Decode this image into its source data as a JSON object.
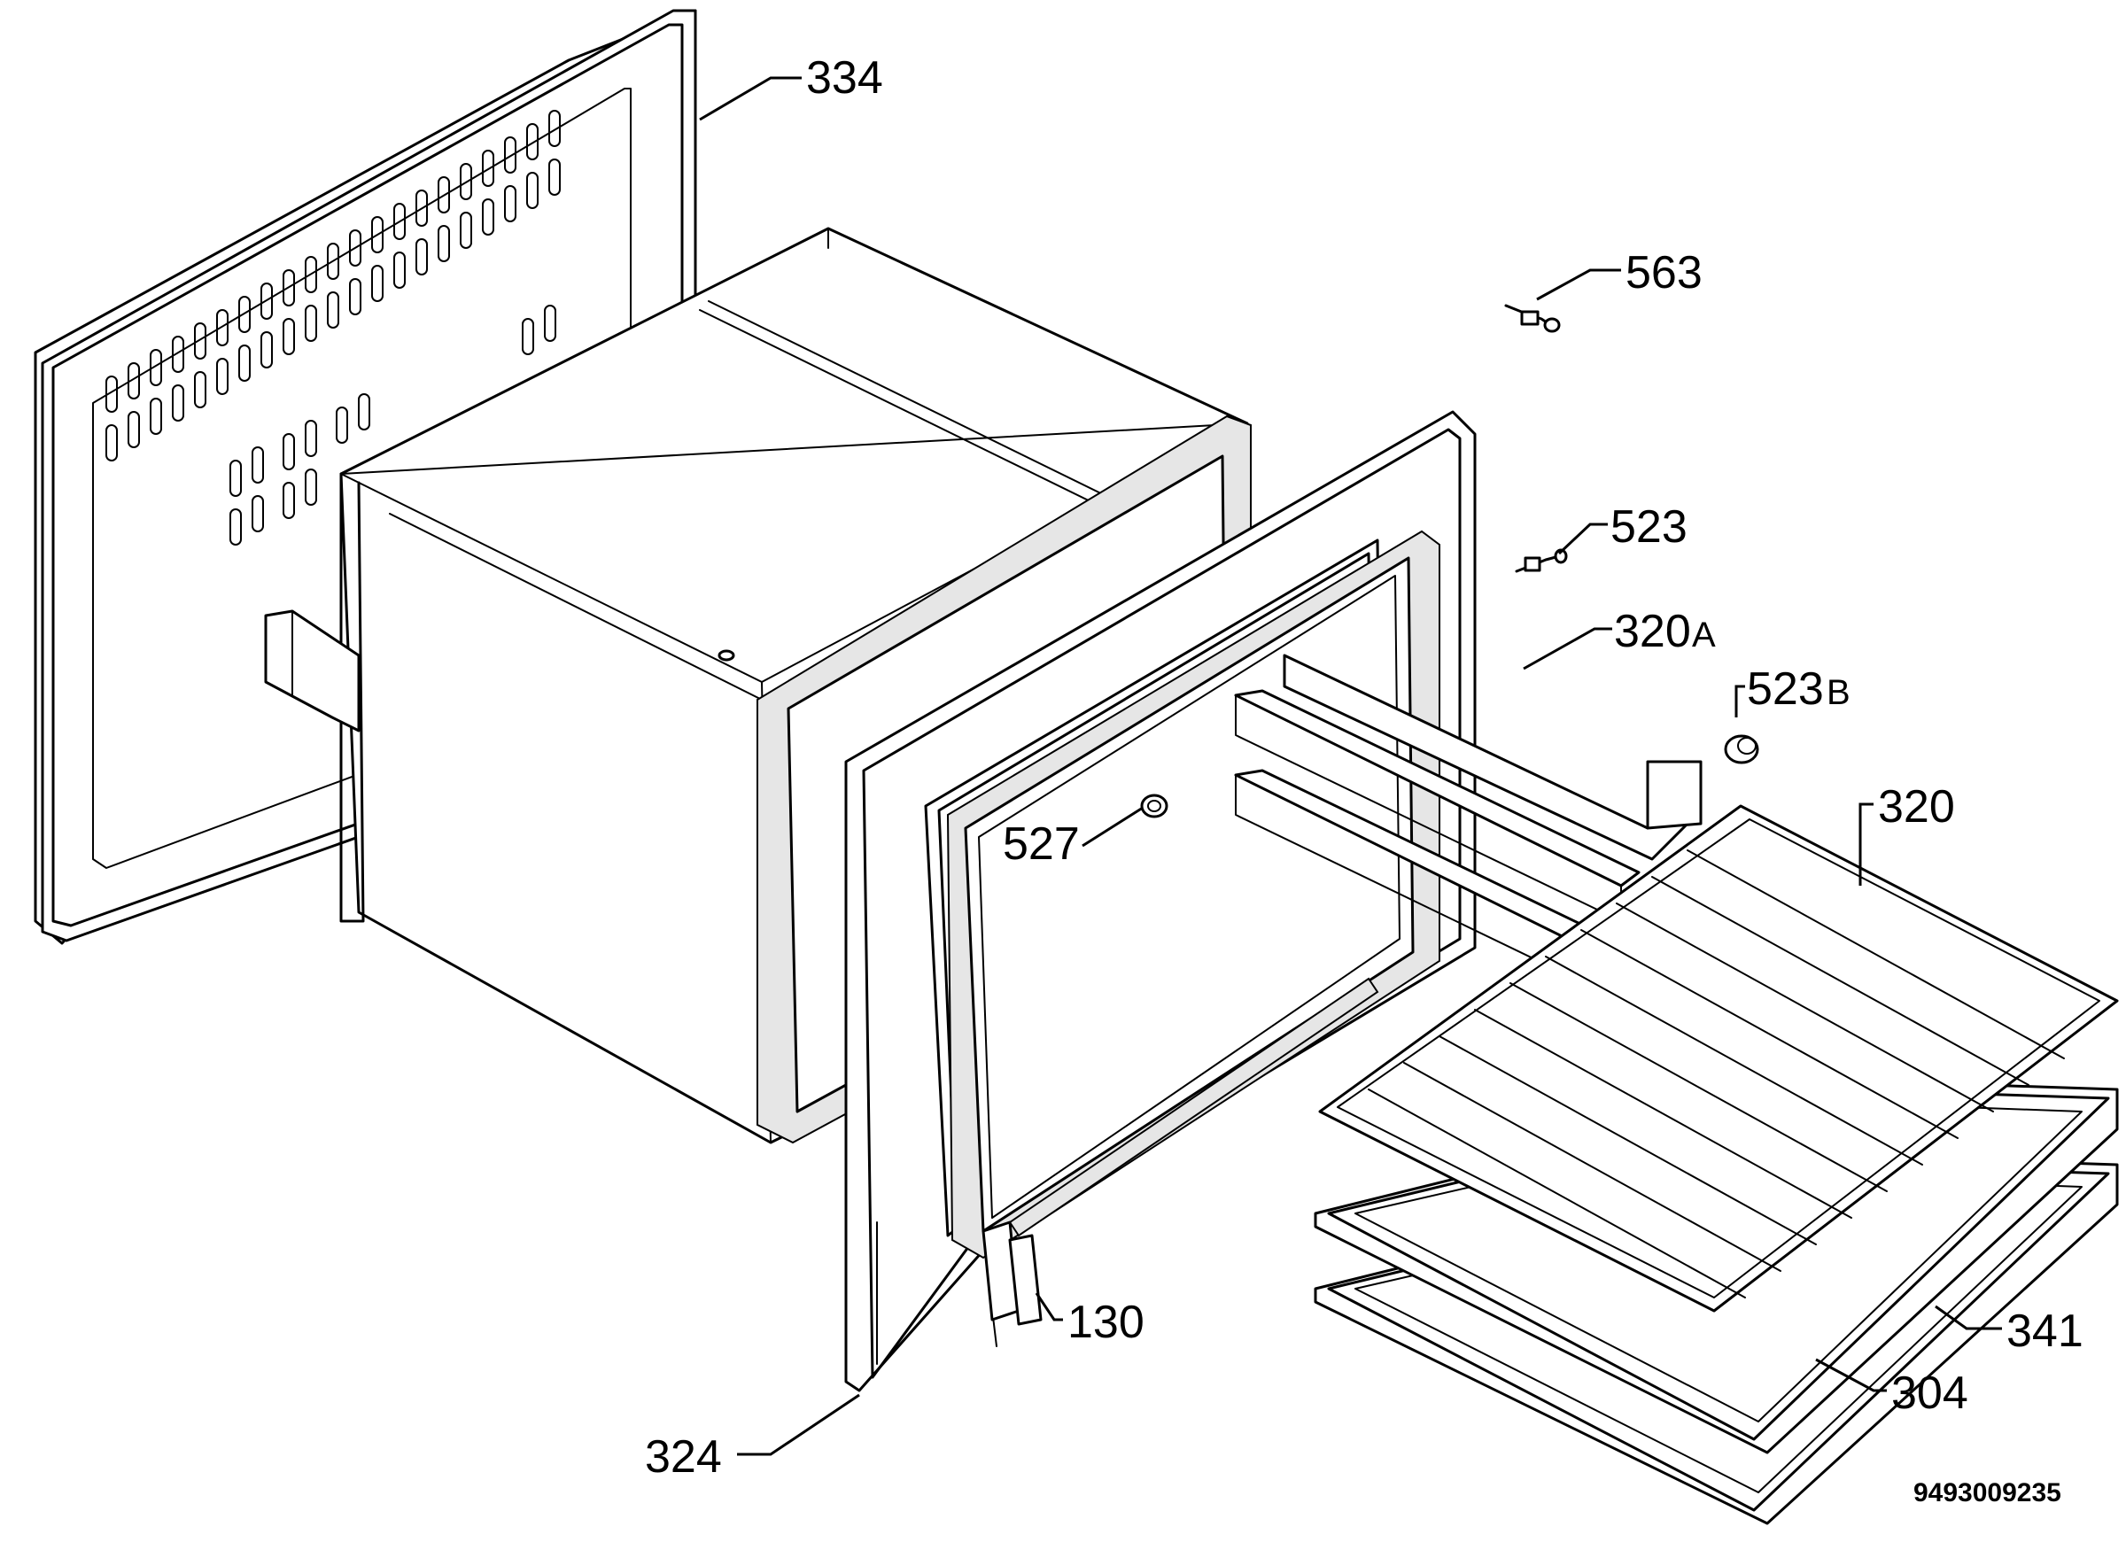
{
  "diagram": {
    "callouts": {
      "c334": "334",
      "c563": "563",
      "c523": "523",
      "c320a_num": "320",
      "c320a_suffix": "A",
      "c523b_num": "523",
      "c523b_suffix": "B",
      "c320": "320",
      "c527": "527",
      "c130": "130",
      "c341": "341",
      "c304": "304",
      "c324": "324"
    },
    "document_number": "9493009235"
  }
}
